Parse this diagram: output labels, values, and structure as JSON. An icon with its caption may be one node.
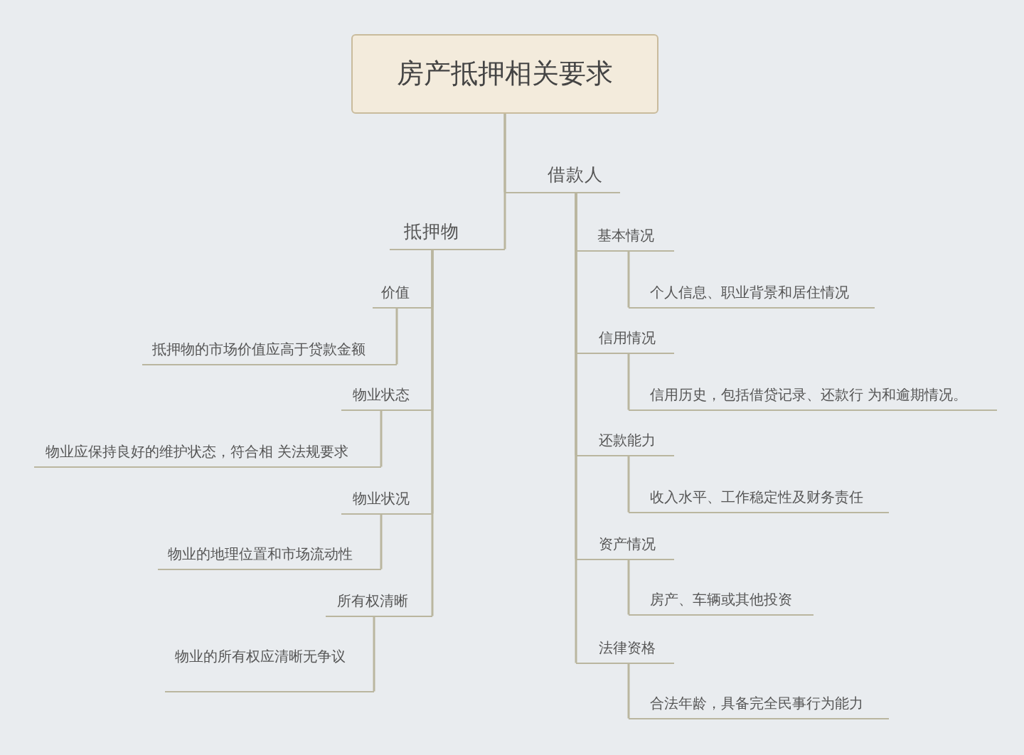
{
  "diagram": {
    "nodes": [
      {
        "text": [
          "房产抵押相关要求"
        ]
      },
      {
        "text": [
          "抵押物"
        ]
      },
      {
        "text": [
          "价值"
        ]
      },
      {
        "text": [
          "抵押物的市场价值应高于贷款金额"
        ]
      },
      {
        "text": [
          "物业状态"
        ]
      },
      {
        "text": [
          "物业应保持良好的维护状态，符合相 关法规要求"
        ]
      },
      {
        "text": [
          "物业状况"
        ]
      },
      {
        "text": [
          "物业的地理位置和市场流动性"
        ]
      },
      {
        "text": [
          "所有权清晰"
        ]
      },
      {
        "text": [
          "物业的所有权应清晰无争议"
        ]
      },
      {
        "text": [
          "借款人"
        ]
      },
      {
        "text": [
          "基本情况"
        ]
      },
      {
        "text": [
          "个人信息、职业背景和居住情况"
        ]
      },
      {
        "text": [
          "信用情况"
        ]
      },
      {
        "text": [
          "信用历史，包括借贷记录、还款行 为和逾期情况。"
        ]
      },
      {
        "text": [
          "还款能力"
        ]
      },
      {
        "text": [
          "收入水平、工作稳定性及财务责任"
        ]
      },
      {
        "text": [
          "资产情况"
        ]
      },
      {
        "text": [
          "房产、车辆或其他投资"
        ]
      },
      {
        "text": [
          "法律资格"
        ]
      },
      {
        "text": [
          "合法年龄，具备完全民事行为能力"
        ]
      }
    ],
    "edges": [
      {
        "from": 0,
        "to": 1,
        "arrow": "none"
      },
      {
        "from": 1,
        "to": 2,
        "arrow": "none"
      },
      {
        "from": 2,
        "to": 3,
        "arrow": "none"
      },
      {
        "from": 1,
        "to": 4,
        "arrow": "none"
      },
      {
        "from": 4,
        "to": 5,
        "arrow": "none"
      },
      {
        "from": 1,
        "to": 6,
        "arrow": "none"
      },
      {
        "from": 6,
        "to": 7,
        "arrow": "none"
      },
      {
        "from": 1,
        "to": 8,
        "arrow": "none"
      },
      {
        "from": 8,
        "to": 9,
        "arrow": "none"
      },
      {
        "from": 0,
        "to": 10,
        "arrow": "none"
      },
      {
        "from": 10,
        "to": 11,
        "arrow": "none"
      },
      {
        "from": 11,
        "to": 12,
        "arrow": "none"
      },
      {
        "from": 10,
        "to": 13,
        "arrow": "none"
      },
      {
        "from": 13,
        "to": 14,
        "arrow": "none"
      },
      {
        "from": 10,
        "to": 15,
        "arrow": "none"
      },
      {
        "from": 15,
        "to": 16,
        "arrow": "none"
      },
      {
        "from": 10,
        "to": 17,
        "arrow": "none"
      },
      {
        "from": 17,
        "to": 18,
        "arrow": "none"
      },
      {
        "from": 10,
        "to": 19,
        "arrow": "none"
      },
      {
        "from": 19,
        "to": 20,
        "arrow": "none"
      }
    ]
  }
}
